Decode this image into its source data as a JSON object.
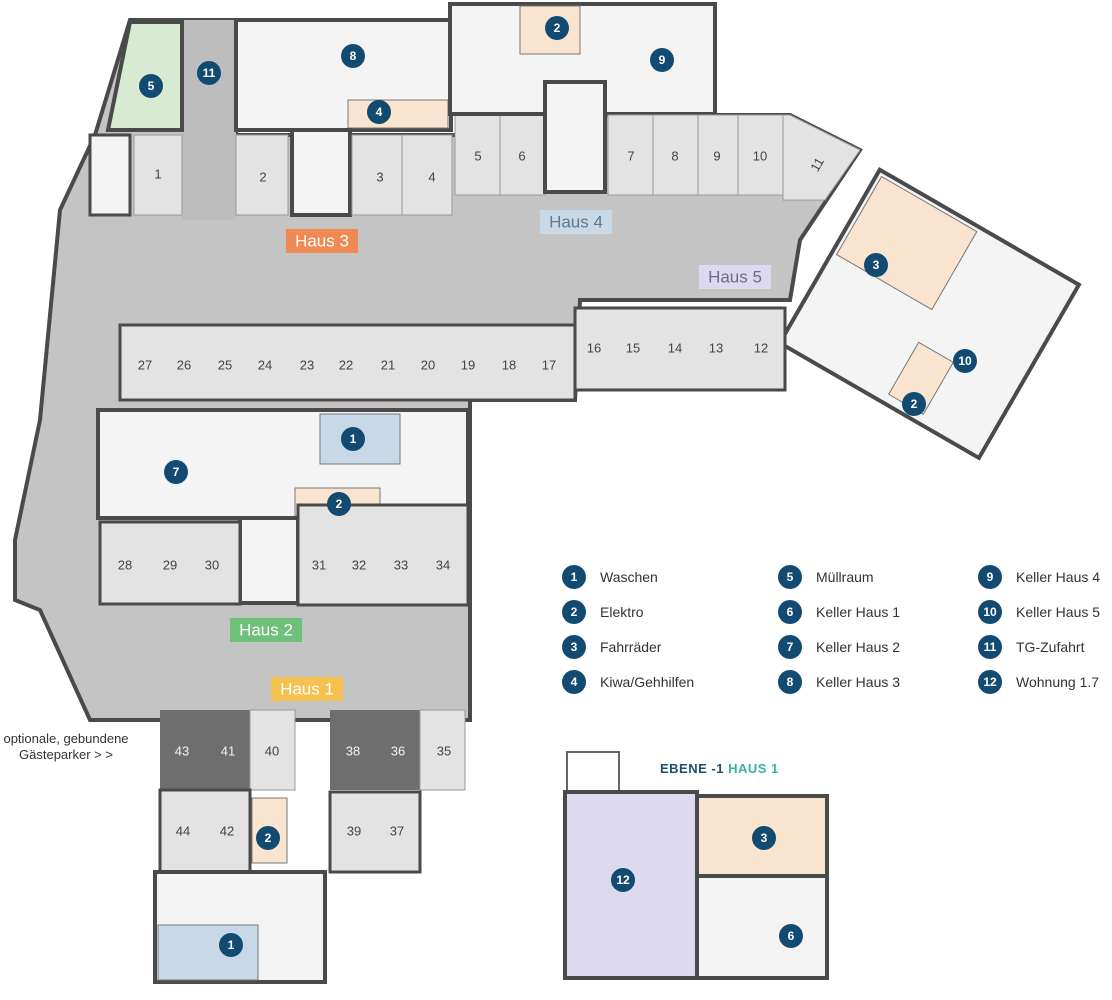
{
  "colors": {
    "driveway": "#c4c4c4",
    "slot": "#e3e3e3",
    "slot_dark": "#6e6e6e",
    "wall": "#4a4a4a",
    "room": "#f4f4f4",
    "muell": "#d9ead2",
    "waschen": "#c9d8e6",
    "elektro_kiwa": "#f8e4cf",
    "fahrraeder": "#f8e4cf",
    "wohnung": "#ddd9ee",
    "badge": "#134a72",
    "house3": "#f08a55",
    "house4": "#c9d9e6",
    "house5": "#ddd9ee",
    "house2": "#6fc07a",
    "house1": "#f6c24f"
  },
  "houses": [
    {
      "id": "haus3",
      "label": "Haus 3"
    },
    {
      "id": "haus4",
      "label": "Haus 4"
    },
    {
      "id": "haus5",
      "label": "Haus 5"
    },
    {
      "id": "haus2",
      "label": "Haus 2"
    },
    {
      "id": "haus1",
      "label": "Haus 1"
    }
  ],
  "slots": [
    "1",
    "2",
    "3",
    "4",
    "5",
    "6",
    "7",
    "8",
    "9",
    "10",
    "11",
    "12",
    "13",
    "14",
    "15",
    "16",
    "17",
    "18",
    "19",
    "20",
    "21",
    "22",
    "23",
    "24",
    "25",
    "26",
    "27",
    "28",
    "29",
    "30",
    "31",
    "32",
    "33",
    "34",
    "35",
    "36",
    "37",
    "38",
    "39",
    "40",
    "41",
    "42",
    "43",
    "44"
  ],
  "badges": [
    "5",
    "11",
    "8",
    "4",
    "2",
    "9",
    "3",
    "10",
    "2",
    "1",
    "7",
    "2",
    "2",
    "1",
    "3",
    "12",
    "6"
  ],
  "legend": [
    {
      "num": "1",
      "label": "Waschen"
    },
    {
      "num": "2",
      "label": "Elektro"
    },
    {
      "num": "3",
      "label": "Fahrräder"
    },
    {
      "num": "4",
      "label": "Kiwa/Gehhilfen"
    },
    {
      "num": "5",
      "label": "Müllraum"
    },
    {
      "num": "6",
      "label": "Keller Haus 1"
    },
    {
      "num": "7",
      "label": "Keller Haus 2"
    },
    {
      "num": "8",
      "label": "Keller Haus 3"
    },
    {
      "num": "9",
      "label": "Keller Haus 4"
    },
    {
      "num": "10",
      "label": "Keller Haus 5"
    },
    {
      "num": "11",
      "label": "TG-Zufahrt"
    },
    {
      "num": "12",
      "label": "Wohnung 1.7"
    }
  ],
  "note": "optionale, gebundene Gästeparker > >",
  "level": {
    "prefix": "EBENE -1",
    "house": "HAUS 1"
  }
}
